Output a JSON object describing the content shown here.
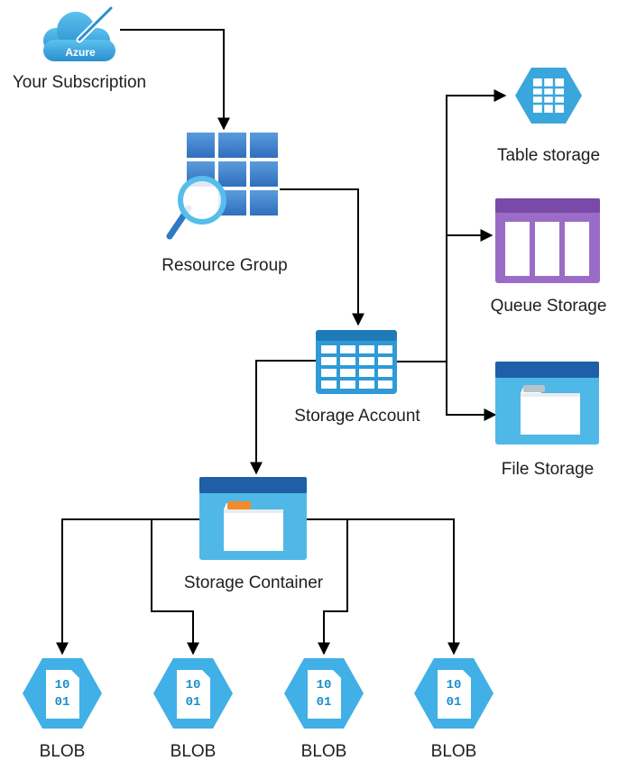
{
  "nodes": {
    "subscription": {
      "label": "Your Subscription",
      "badge": "Azure"
    },
    "resource_group": {
      "label": "Resource Group"
    },
    "storage_account": {
      "label": "Storage Account"
    },
    "table_storage": {
      "label": "Table storage"
    },
    "queue_storage": {
      "label": "Queue Storage"
    },
    "file_storage": {
      "label": "File Storage"
    },
    "storage_container": {
      "label": "Storage Container"
    },
    "blobs": [
      {
        "label": "BLOB",
        "bits_top": "10",
        "bits_bottom": "01"
      },
      {
        "label": "BLOB",
        "bits_top": "10",
        "bits_bottom": "01"
      },
      {
        "label": "BLOB",
        "bits_top": "10",
        "bits_bottom": "01"
      },
      {
        "label": "BLOB",
        "bits_top": "10",
        "bits_bottom": "01"
      }
    ]
  },
  "colors": {
    "azure_blue": "#3aa6dc",
    "azure_dark": "#1e6db7",
    "grid_blue": "#5d8fd3",
    "queue_purple": "#8a5bb8",
    "queue_light": "#b692d9",
    "hex_blue": "#40b0e6",
    "folder_orange": "#f28c28"
  },
  "icons": [
    "azure-cloud-icon",
    "resource-group-icon",
    "storage-account-icon",
    "table-storage-icon",
    "queue-storage-icon",
    "file-storage-icon",
    "storage-container-icon",
    "blob-icon"
  ]
}
